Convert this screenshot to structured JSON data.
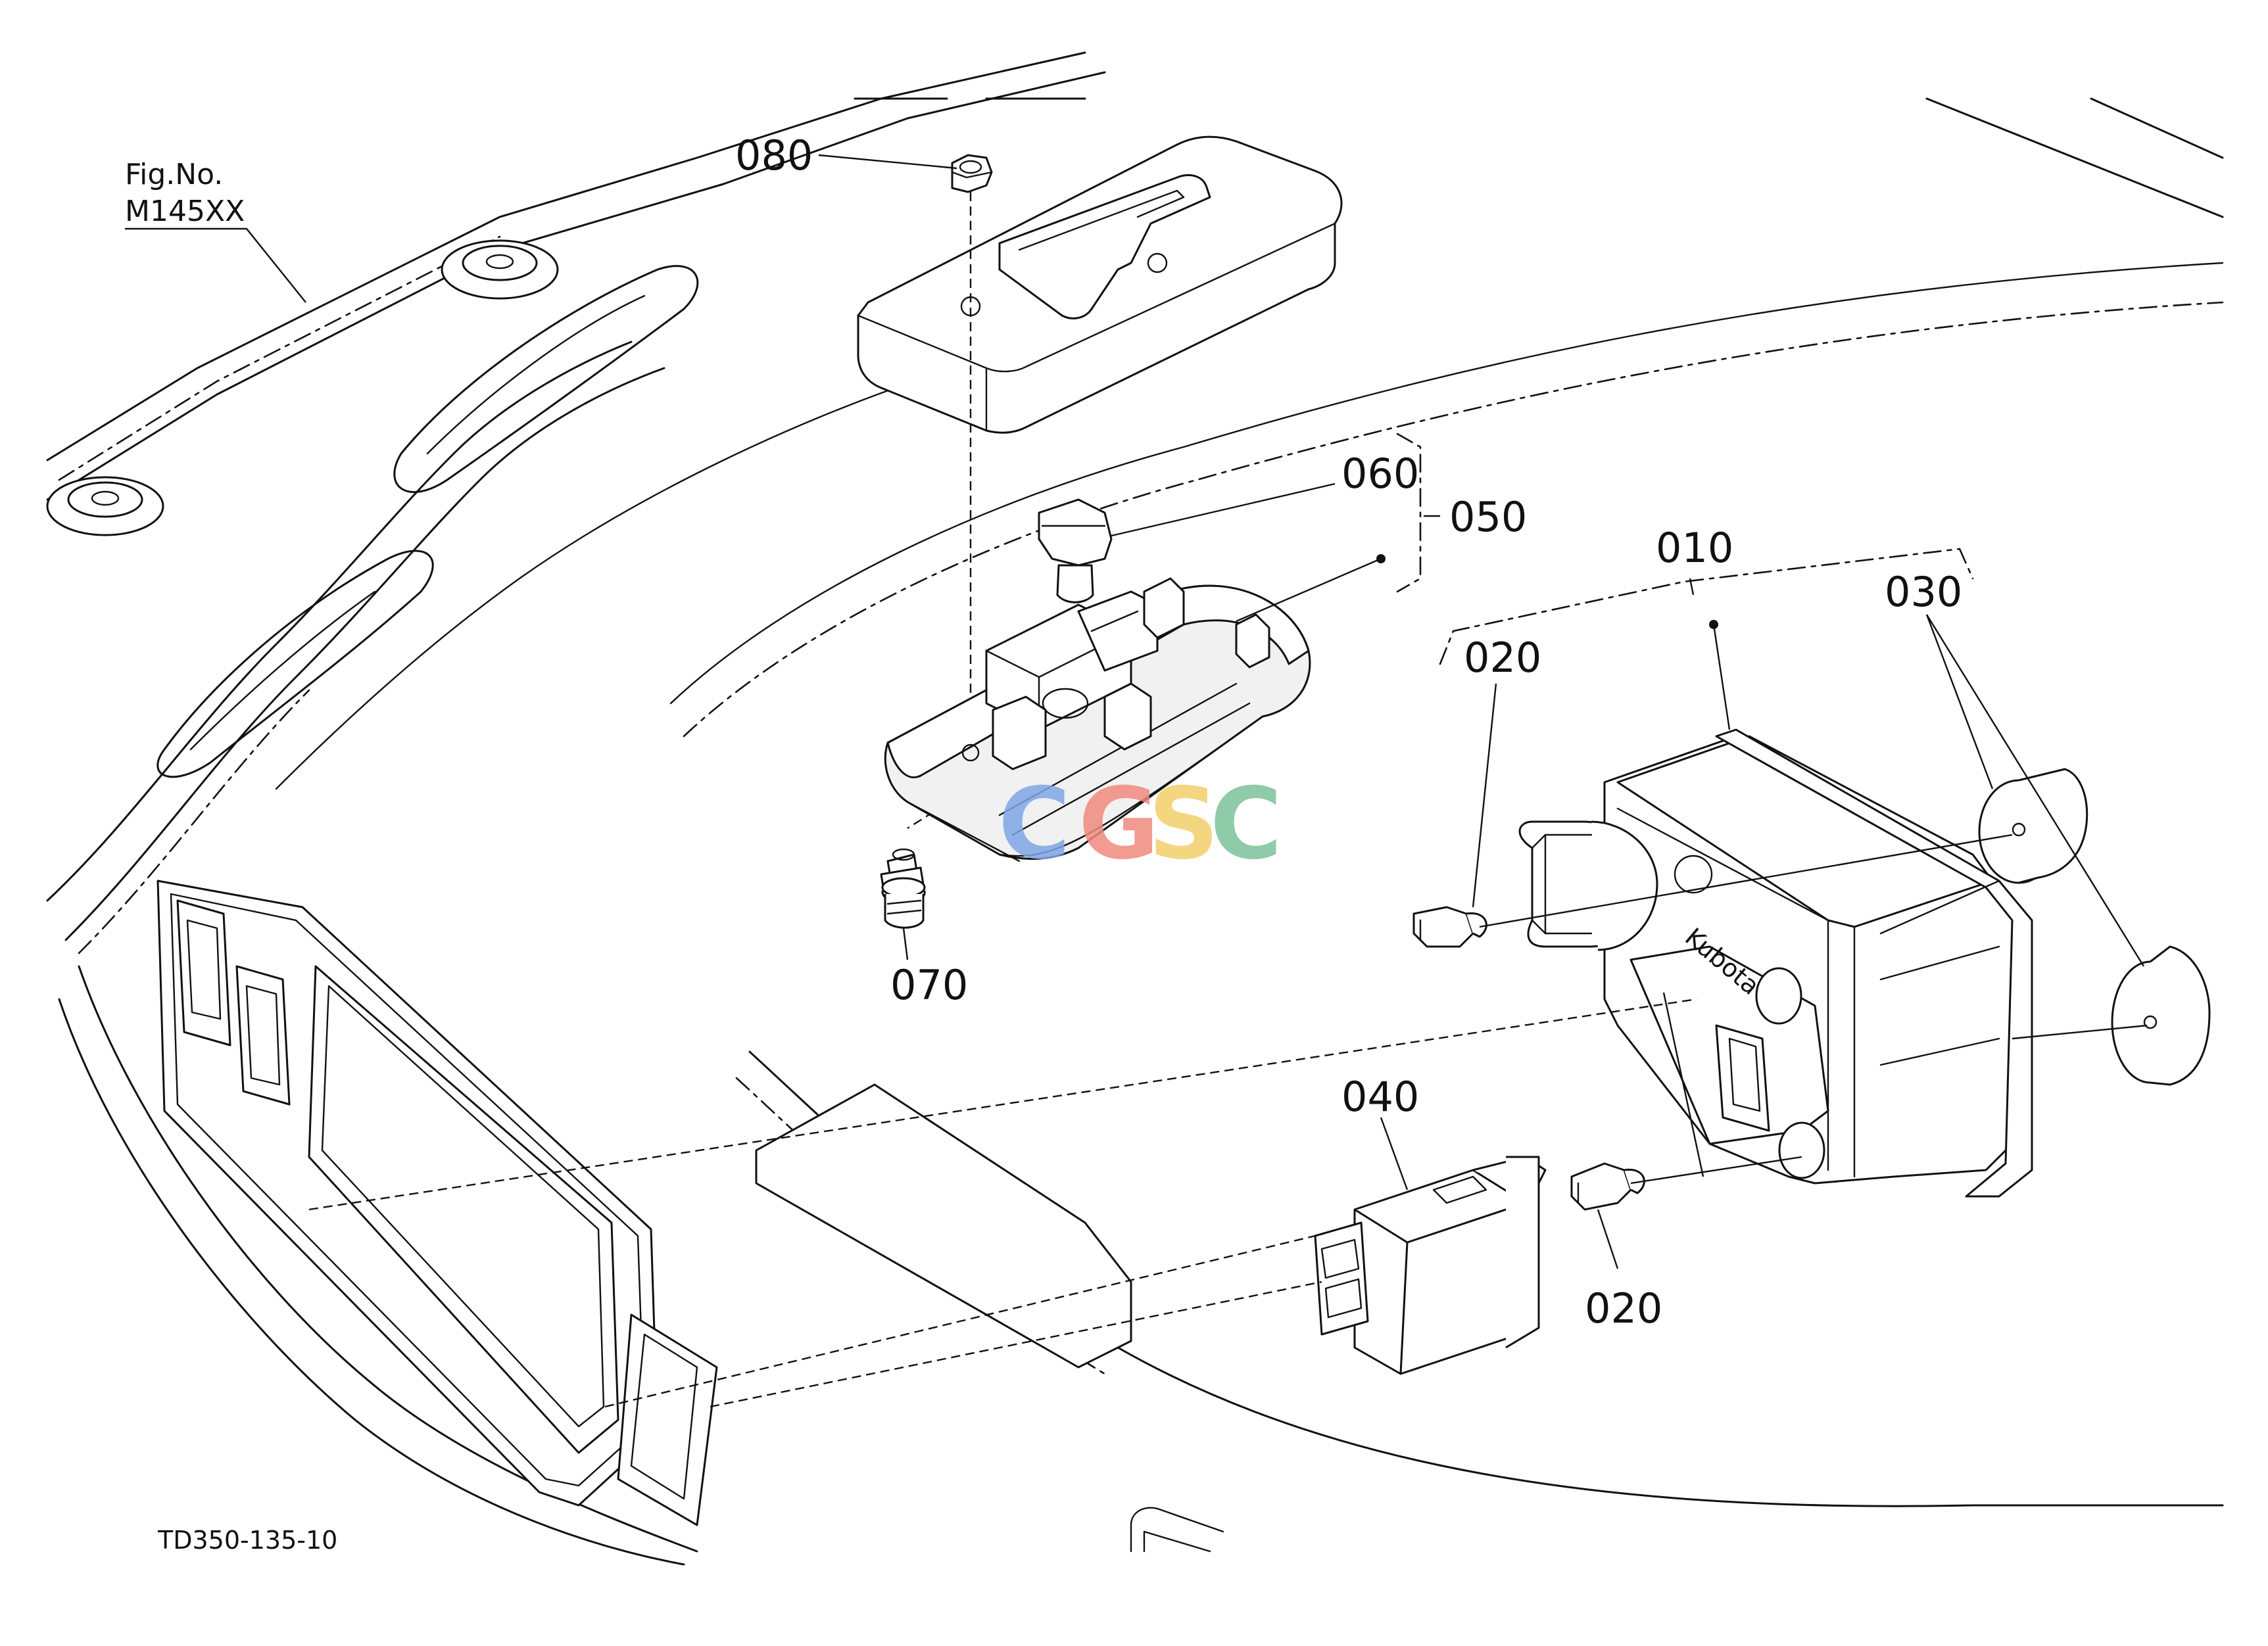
{
  "figure": {
    "fig_no_label": "Fig.No.",
    "fig_no_value": "M145XX",
    "drawing_code": "TD350-135-10"
  },
  "callouts": {
    "p010": "010",
    "p020_top": "020",
    "p020_bottom": "020",
    "p030": "030",
    "p040": "040",
    "p050": "050",
    "p060": "060",
    "p070": "070",
    "p080": "080"
  },
  "watermark": {
    "letters": [
      "C",
      "G",
      "S",
      "C"
    ],
    "colors": [
      "#7fa7e6",
      "#ef8a7e",
      "#f3cf6a",
      "#7cc39a"
    ]
  }
}
